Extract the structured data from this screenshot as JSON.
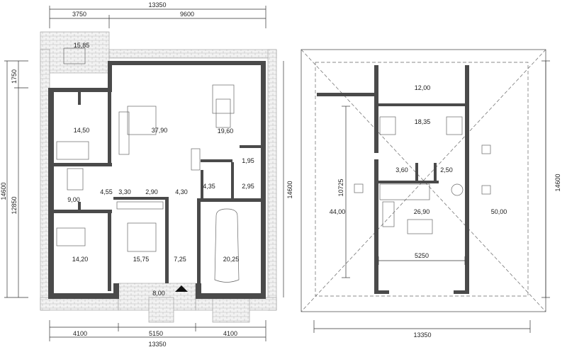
{
  "ground_floor": {
    "dimensions_top": {
      "total": "13350",
      "segment_left": "3750",
      "segment_right": "9600"
    },
    "dimensions_bottom": {
      "total": "13350",
      "segment_left": "4100",
      "segment_middle": "5150",
      "segment_right": "4100"
    },
    "dimensions_left": {
      "total": "14600",
      "segment_top": "1750",
      "segment_bottom": "12850"
    },
    "dimension_right": "14600",
    "rooms": {
      "terrace": "15,85",
      "bedroom_top": "14,50",
      "living": "37,90",
      "kitchen": "19,60",
      "pantry": "1,95",
      "bath": "9,00",
      "hall_a": "4,55",
      "hall_b": "3,30",
      "wardrobe": "2,90",
      "corridor": "4,30",
      "wc": "4,35",
      "utility": "2,95",
      "bedroom_bottom": "14,20",
      "master": "15,75",
      "hall_c": "7,25",
      "garage": "20,25",
      "entrance": "8,00"
    }
  },
  "attic_floor": {
    "dimension_bottom": "13350",
    "dimension_right": "14600",
    "dimension_left_inner": "10725",
    "dimension_inner_width": "5250",
    "rooms": {
      "loft_top": "12,00",
      "bedroom": "18,35",
      "bath": "3,60",
      "closet": "2,50",
      "left_attic": "44,00",
      "living": "26,90",
      "right_attic": "50,00"
    }
  }
}
